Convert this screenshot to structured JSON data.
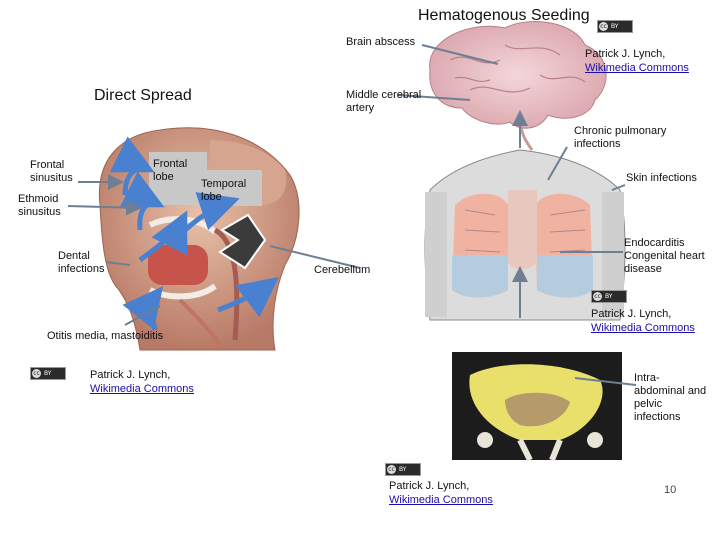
{
  "title": "Hematogenous Seeding",
  "direct_spread": "Direct Spread",
  "labels": {
    "brain_abscess": "Brain abscess",
    "middle_cerebral": "Middle cerebral\nartery",
    "chronic_pulmonary": "Chronic pulmonary\ninfections",
    "skin": "Skin infections",
    "endocarditis": "Endocarditis\nCongenital heart\ndisease",
    "frontal_sinusitus": "Frontal\nsinusitus",
    "ethmoid_sinusitus": "Ethmoid\nsinusitus",
    "frontal_lobe": "Frontal\nlobe",
    "temporal_lobe": "Temporal\nlobe",
    "dental": "Dental\ninfections",
    "cerebellum": "Cerebellum",
    "otitis": "Otitis media, mastoiditis",
    "intra_abdominal": "Intra-\nabdominal and\npelvic\ninfections"
  },
  "credits": {
    "author": "Patrick J. Lynch,",
    "link": "Wikimedia Commons",
    "badge_left": "cc",
    "badge_right": "BY"
  },
  "page_number": "10",
  "colors": {
    "arrow_gray": "#6e7f94",
    "arrow_blue": "#5b8fd6",
    "lobe_box": "#c8c8c8"
  }
}
